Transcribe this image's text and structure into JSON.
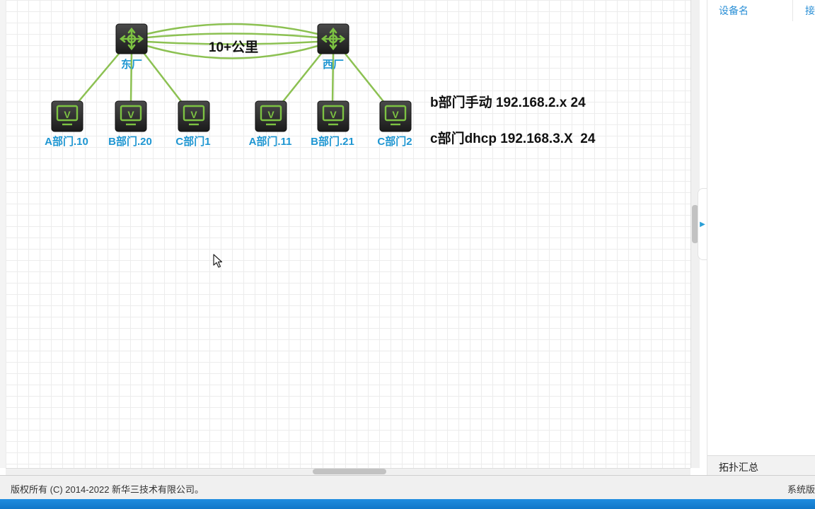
{
  "topology": {
    "link_label": "10+公里",
    "routers": [
      {
        "id": "east",
        "label": "东厂"
      },
      {
        "id": "west",
        "label": "西厂"
      }
    ],
    "hosts": [
      {
        "label": "A部门.10",
        "router": "east"
      },
      {
        "label": "B部门.20",
        "router": "east"
      },
      {
        "label": "C部门1",
        "router": "east"
      },
      {
        "label": "A部门.11",
        "router": "west"
      },
      {
        "label": "B部门.21",
        "router": "west"
      },
      {
        "label": "C部门2",
        "router": "west"
      }
    ],
    "notes": [
      "b部门手动 192.168.2.x 24",
      "c部门dhcp 192.168.3.X  24"
    ],
    "colors": {
      "link": "#8cc152",
      "device_icon": "#7cc242",
      "device_body": "#2b2b2b",
      "device_label": "#1e96d2"
    }
  },
  "right_panel": {
    "columns": [
      "设备名",
      "接"
    ],
    "summary_label": "拓扑汇总"
  },
  "footer": {
    "copyright": "版权所有 (C) 2014-2022 新华三技术有限公司。",
    "system_version": "系统版"
  }
}
